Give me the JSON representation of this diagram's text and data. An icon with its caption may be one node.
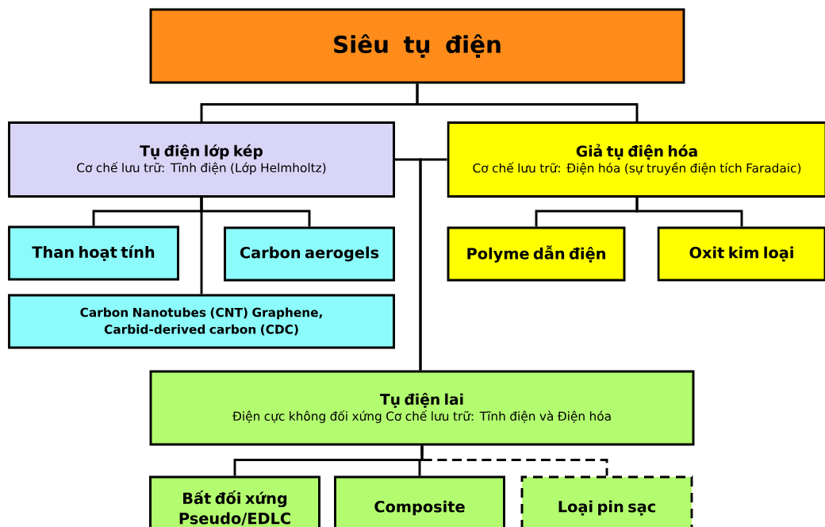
{
  "diagram": {
    "nodes": [
      {
        "text": [
          "Siêu tụ điện"
        ]
      },
      {
        "text": [
          "Tụ điện lớp kép",
          "Cơ chế lưu trữ: Tĩnh điện (Lớp Helmholtz)"
        ]
      },
      {
        "text": [
          "Giả tụ điện hóa",
          "Cơ chế lưu trữ: Điện hóa (sự truyền điện tích Faradaic)"
        ]
      },
      {
        "text": [
          "Than hoạt tính"
        ]
      },
      {
        "text": [
          "Carbon aerogels"
        ]
      },
      {
        "text": [
          "Carbon Nanotubes (CNT) Graphene, Carbid-derived carbon (CDC)"
        ]
      },
      {
        "text": [
          "Polyme dẫn điện"
        ]
      },
      {
        "text": [
          "Oxit kim loại"
        ]
      },
      {
        "text": [
          "Tụ điện lai",
          "Điện cực không đối xứng Cơ chế lưu trữ: Tĩnh điện và Điện hóa"
        ]
      },
      {
        "text": [
          "Bất đối xứng Pseudo/EDLC"
        ]
      },
      {
        "text": [
          "Composite"
        ]
      },
      {
        "text": [
          "Loại pin sạc"
        ]
      }
    ],
    "edges": [
      {
        "from": 0,
        "to": 1,
        "arrow": "none"
      },
      {
        "from": 0,
        "to": 2,
        "arrow": "none"
      },
      {
        "from": 1,
        "to": 3,
        "arrow": "none"
      },
      {
        "from": 1,
        "to": 4,
        "arrow": "none"
      },
      {
        "from": 1,
        "to": 5,
        "arrow": "none"
      },
      {
        "from": 2,
        "to": 6,
        "arrow": "none"
      },
      {
        "from": 2,
        "to": 7,
        "arrow": "none"
      },
      {
        "from": 1,
        "to": 8,
        "arrow": "none"
      },
      {
        "from": 2,
        "to": 8,
        "arrow": "none"
      },
      {
        "from": 8,
        "to": 9,
        "arrow": "none"
      },
      {
        "from": 8,
        "to": 10,
        "arrow": "none"
      },
      {
        "from": 8,
        "to": 11,
        "arrow": "none",
        "style": "dashed"
      }
    ]
  }
}
